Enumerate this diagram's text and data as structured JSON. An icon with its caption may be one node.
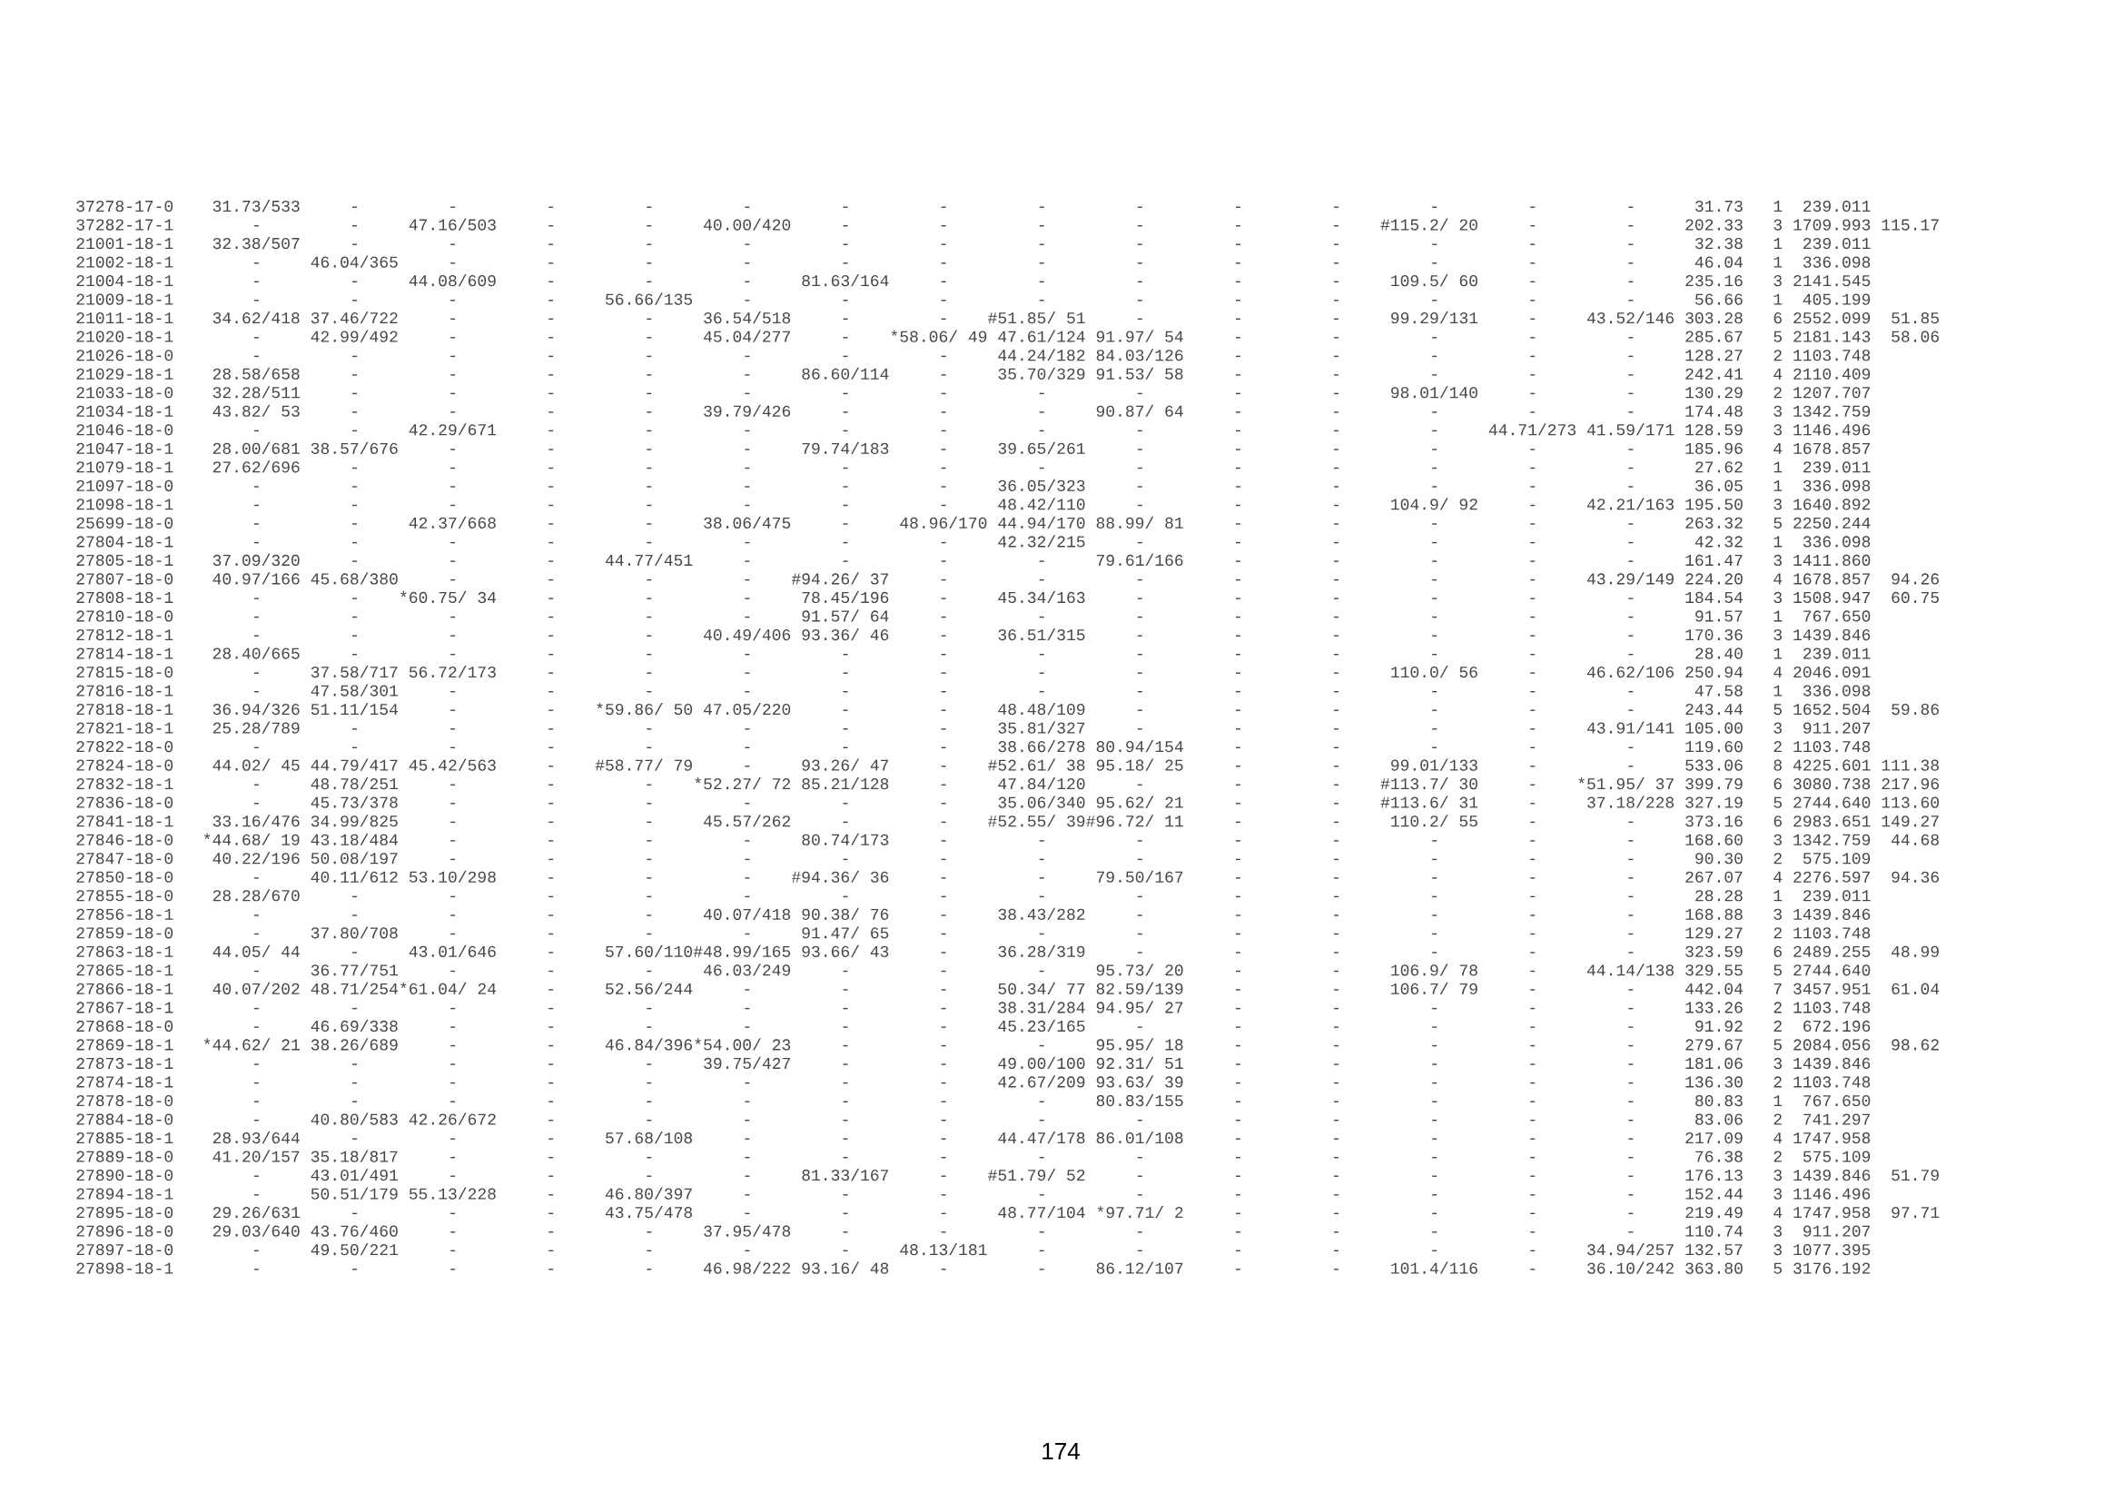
{
  "diagram": {
    "labels": [
      "37278-17-0",
      "31.73/533",
      "-",
      "-",
      "-",
      "-",
      "-",
      "-",
      "-",
      "-",
      "-",
      "-",
      "-",
      "-",
      "-",
      "-",
      "31.73",
      "1",
      "239.011",
      "37282-17-1",
      "-",
      "-",
      "47.16/503",
      "-",
      "-",
      "40.00/420",
      "-",
      "-",
      "-",
      "-",
      "-",
      "-",
      "#115.2/ 20",
      "-",
      "-",
      "202.33",
      "3",
      "1709.993",
      "115.17",
      "21001-18-1",
      "32.38/507",
      "-",
      "-",
      "-",
      "-",
      "-",
      "-",
      "-",
      "-",
      "-",
      "-",
      "-",
      "-",
      "-",
      "-",
      "32.38",
      "1",
      "239.011",
      "21002-18-1",
      "-",
      "46.04/365",
      "-",
      "-",
      "-",
      "-",
      "-",
      "-",
      "-",
      "-",
      "-",
      "-",
      "-",
      "-",
      "-",
      "46.04",
      "1",
      "336.098",
      "21004-18-1",
      "-",
      "-",
      "44.08/609",
      "-",
      "-",
      "-",
      "81.63/164",
      "-",
      "-",
      "-",
      "-",
      "-",
      "109.5/ 60",
      "-",
      "-",
      "235.16",
      "3",
      "2141.545",
      "21009-18-1",
      "-",
      "-",
      "-",
      "-",
      "56.66/135",
      "-",
      "-",
      "-",
      "-",
      "-",
      "-",
      "-",
      "-",
      "-",
      "-",
      "56.66",
      "1",
      "405.199",
      "21011-18-1",
      "34.62/418",
      "37.46/722",
      "-",
      "-",
      "-",
      "36.54/518",
      "-",
      "-",
      "#51.85/ 51",
      "-",
      "-",
      "-",
      "99.29/131",
      "-",
      "43.52/146",
      "303.28",
      "6",
      "2552.099",
      "51.85",
      "21020-18-1",
      "-",
      "42.99/492",
      "-",
      "-",
      "-",
      "45.04/277",
      "-",
      "*58.06/ 49",
      "47.61/124",
      "91.97/ 54",
      "-",
      "-",
      "-",
      "-",
      "-",
      "285.67",
      "5",
      "2181.143",
      "58.06",
      "21026-18-0",
      "-",
      "-",
      "-",
      "-",
      "-",
      "-",
      "-",
      "-",
      "44.24/182",
      "84.03/126",
      "-",
      "-",
      "-",
      "-",
      "-",
      "128.27",
      "2",
      "1103.748",
      "21029-18-1",
      "28.58/658",
      "-",
      "-",
      "-",
      "-",
      "-",
      "86.60/114",
      "-",
      "35.70/329",
      "91.53/ 58",
      "-",
      "-",
      "-",
      "-",
      "-",
      "242.41",
      "4",
      "2110.409",
      "21033-18-0",
      "32.28/511",
      "-",
      "-",
      "-",
      "-",
      "-",
      "-",
      "-",
      "-",
      "-",
      "-",
      "-",
      "98.01/140",
      "-",
      "-",
      "130.29",
      "2",
      "1207.707",
      "21034-18-1",
      "43.82/ 53",
      "-",
      "-",
      "-",
      "-",
      "39.79/426",
      "-",
      "-",
      "-",
      "90.87/ 64",
      "-",
      "-",
      "-",
      "-",
      "-",
      "174.48",
      "3",
      "1342.759",
      "21046-18-0",
      "-",
      "-",
      "42.29/671",
      "-",
      "-",
      "-",
      "-",
      "-",
      "-",
      "-",
      "-",
      "-",
      "-",
      "44.71/273",
      "41.59/171",
      "128.59",
      "3",
      "1146.496",
      "21047-18-1",
      "28.00/681",
      "38.57/676",
      "-",
      "-",
      "-",
      "-",
      "79.74/183",
      "-",
      "39.65/261",
      "-",
      "-",
      "-",
      "-",
      "-",
      "-",
      "185.96",
      "4",
      "1678.857",
      "21079-18-1",
      "27.62/696",
      "-",
      "-",
      "-",
      "-",
      "-",
      "-",
      "-",
      "-",
      "-",
      "-",
      "-",
      "-",
      "-",
      "-",
      "27.62",
      "1",
      "239.011",
      "21097-18-0",
      "-",
      "-",
      "-",
      "-",
      "-",
      "-",
      "-",
      "-",
      "36.05/323",
      "-",
      "-",
      "-",
      "-",
      "-",
      "-",
      "36.05",
      "1",
      "336.098",
      "21098-18-1",
      "-",
      "-",
      "-",
      "-",
      "-",
      "-",
      "-",
      "-",
      "48.42/110",
      "-",
      "-",
      "-",
      "104.9/ 92",
      "-",
      "42.21/163",
      "195.50",
      "3",
      "1640.892",
      "25699-18-0",
      "-",
      "-",
      "42.37/668",
      "-",
      "-",
      "38.06/475",
      "-",
      "48.96/170",
      "44.94/170",
      "88.99/ 81",
      "-",
      "-",
      "-",
      "-",
      "-",
      "263.32",
      "5",
      "2250.244",
      "27804-18-1",
      "-",
      "-",
      "-",
      "-",
      "-",
      "-",
      "-",
      "-",
      "42.32/215",
      "-",
      "-",
      "-",
      "-",
      "-",
      "-",
      "42.32",
      "1",
      "336.098",
      "27805-18-1",
      "37.09/320",
      "-",
      "-",
      "-",
      "44.77/451",
      "-",
      "-",
      "-",
      "-",
      "79.61/166",
      "-",
      "-",
      "-",
      "-",
      "-",
      "161.47",
      "3",
      "1411.860",
      "27807-18-0",
      "40.97/166",
      "45.68/380",
      "-",
      "-",
      "-",
      "-",
      "#94.26/ 37",
      "-",
      "-",
      "-",
      "-",
      "-",
      "-",
      "-",
      "43.29/149",
      "224.20",
      "4",
      "1678.857",
      "94.26",
      "27808-18-1",
      "-",
      "-",
      "*60.75/ 34",
      "-",
      "-",
      "-",
      "78.45/196",
      "-",
      "45.34/163",
      "-",
      "-",
      "-",
      "-",
      "-",
      "-",
      "184.54",
      "3",
      "1508.947",
      "60.75",
      "27810-18-0",
      "-",
      "-",
      "-",
      "-",
      "-",
      "-",
      "91.57/ 64",
      "-",
      "-",
      "-",
      "-",
      "-",
      "-",
      "-",
      "-",
      "91.57",
      "1",
      "767.650",
      "27812-18-1",
      "-",
      "-",
      "-",
      "-",
      "-",
      "40.49/406",
      "93.36/ 46",
      "-",
      "36.51/315",
      "-",
      "-",
      "-",
      "-",
      "-",
      "-",
      "170.36",
      "3",
      "1439.846",
      "27814-18-1",
      "28.40/665",
      "-",
      "-",
      "-",
      "-",
      "-",
      "-",
      "-",
      "-",
      "-",
      "-",
      "-",
      "-",
      "-",
      "-",
      "28.40",
      "1",
      "239.011",
      "27815-18-0",
      "-",
      "37.58/717",
      "56.72/173",
      "-",
      "-",
      "-",
      "-",
      "-",
      "-",
      "-",
      "-",
      "-",
      "110.0/ 56",
      "-",
      "46.62/106",
      "250.94",
      "4",
      "2046.091",
      "27816-18-1",
      "-",
      "47.58/301",
      "-",
      "-",
      "-",
      "-",
      "-",
      "-",
      "-",
      "-",
      "-",
      "-",
      "-",
      "-",
      "-",
      "47.58",
      "1",
      "336.098",
      "27818-18-1",
      "36.94/326",
      "51.11/154",
      "-",
      "-",
      "*59.86/ 50",
      "47.05/220",
      "-",
      "-",
      "48.48/109",
      "-",
      "-",
      "-",
      "-",
      "-",
      "-",
      "243.44",
      "5",
      "1652.504",
      "59.86",
      "27821-18-1",
      "25.28/789",
      "-",
      "-",
      "-",
      "-",
      "-",
      "-",
      "-",
      "35.81/327",
      "-",
      "-",
      "-",
      "-",
      "-",
      "43.91/141",
      "105.00",
      "3",
      "911.207",
      "27822-18-0",
      "-",
      "-",
      "-",
      "-",
      "-",
      "-",
      "-",
      "-",
      "38.66/278",
      "80.94/154",
      "-",
      "-",
      "-",
      "-",
      "-",
      "119.60",
      "2",
      "1103.748",
      "27824-18-0",
      "44.02/ 45",
      "44.79/417",
      "45.42/563",
      "-",
      "#58.77/ 79",
      "-",
      "93.26/ 47",
      "-",
      "#52.61/ 38",
      "95.18/ 25",
      "-",
      "-",
      "99.01/133",
      "-",
      "-",
      "533.06",
      "8",
      "4225.601",
      "111.38",
      "27832-18-1",
      "-",
      "48.78/251",
      "-",
      "-",
      "-",
      "*52.27/ 72",
      "85.21/128",
      "-",
      "47.84/120",
      "-",
      "-",
      "-",
      "#113.7/ 30",
      "-",
      "*51.95/ 37",
      "399.79",
      "6",
      "3080.738",
      "217.96",
      "27836-18-0",
      "-",
      "45.73/378",
      "-",
      "-",
      "-",
      "-",
      "-",
      "-",
      "35.06/340",
      "95.62/ 21",
      "-",
      "-",
      "#113.6/ 31",
      "-",
      "37.18/228",
      "327.19",
      "5",
      "2744.640",
      "113.60",
      "27841-18-1",
      "33.16/476",
      "34.99/825",
      "-",
      "-",
      "-",
      "45.57/262",
      "-",
      "-",
      "#52.55/ 39",
      "#96.72/ 11",
      "-",
      "-",
      "110.2/ 55",
      "-",
      "-",
      "373.16",
      "6",
      "2983.651",
      "149.27",
      "27846-18-0",
      "*44.68/ 19",
      "43.18/484",
      "-",
      "-",
      "-",
      "-",
      "80.74/173",
      "-",
      "-",
      "-",
      "-",
      "-",
      "-",
      "-",
      "-",
      "168.60",
      "3",
      "1342.759",
      "44.68",
      "27847-18-0",
      "40.22/196",
      "50.08/197",
      "-",
      "-",
      "-",
      "-",
      "-",
      "-",
      "-",
      "-",
      "-",
      "-",
      "-",
      "-",
      "-",
      "90.30",
      "2",
      "575.109",
      "27850-18-0",
      "-",
      "40.11/612",
      "53.10/298",
      "-",
      "-",
      "-",
      "#94.36/ 36",
      "-",
      "-",
      "79.50/167",
      "-",
      "-",
      "-",
      "-",
      "-",
      "267.07",
      "4",
      "2276.597",
      "94.36",
      "27855-18-0",
      "28.28/670",
      "-",
      "-",
      "-",
      "-",
      "-",
      "-",
      "-",
      "-",
      "-",
      "-",
      "-",
      "-",
      "-",
      "-",
      "28.28",
      "1",
      "239.011",
      "27856-18-1",
      "-",
      "-",
      "-",
      "-",
      "-",
      "40.07/418",
      "90.38/ 76",
      "-",
      "38.43/282",
      "-",
      "-",
      "-",
      "-",
      "-",
      "-",
      "168.88",
      "3",
      "1439.846",
      "27859-18-0",
      "-",
      "37.80/708",
      "-",
      "-",
      "-",
      "-",
      "91.47/ 65",
      "-",
      "-",
      "-",
      "-",
      "-",
      "-",
      "-",
      "-",
      "129.27",
      "2",
      "1103.748",
      "27863-18-1",
      "44.05/ 44",
      "-",
      "43.01/646",
      "-",
      "57.60/110",
      "#48.99/165",
      "93.66/ 43",
      "-",
      "36.28/319",
      "-",
      "-",
      "-",
      "-",
      "-",
      "-",
      "323.59",
      "6",
      "2489.255",
      "48.99",
      "27865-18-1",
      "-",
      "36.77/751",
      "-",
      "-",
      "-",
      "46.03/249",
      "-",
      "-",
      "-",
      "95.73/ 20",
      "-",
      "-",
      "106.9/ 78",
      "-",
      "44.14/138",
      "329.55",
      "5",
      "2744.640",
      "27866-18-1",
      "40.07/202",
      "48.71/254",
      "*61.04/ 24",
      "-",
      "52.56/244",
      "-",
      "-",
      "-",
      "50.34/ 77",
      "82.59/139",
      "-",
      "-",
      "106.7/ 79",
      "-",
      "-",
      "442.04",
      "7",
      "3457.951",
      "61.04",
      "27867-18-1",
      "-",
      "-",
      "-",
      "-",
      "-",
      "-",
      "-",
      "-",
      "38.31/284",
      "94.95/ 27",
      "-",
      "-",
      "-",
      "-",
      "-",
      "133.26",
      "2",
      "1103.748",
      "27868-18-0",
      "-",
      "46.69/338",
      "-",
      "-",
      "-",
      "-",
      "-",
      "-",
      "45.23/165",
      "-",
      "-",
      "-",
      "-",
      "-",
      "-",
      "91.92",
      "2",
      "672.196",
      "27869-18-1",
      "*44.62/ 21",
      "38.26/689",
      "-",
      "-",
      "46.84/396",
      "*54.00/ 23",
      "-",
      "-",
      "-",
      "95.95/ 18",
      "-",
      "-",
      "-",
      "-",
      "-",
      "279.67",
      "5",
      "2084.056",
      "98.62",
      "27873-18-1",
      "-",
      "-",
      "-",
      "-",
      "-",
      "39.75/427",
      "-",
      "-",
      "49.00/100",
      "92.31/ 51",
      "-",
      "-",
      "-",
      "-",
      "-",
      "181.06",
      "3",
      "1439.846",
      "27874-18-1",
      "-",
      "-",
      "-",
      "-",
      "-",
      "-",
      "-",
      "-",
      "42.67/209",
      "93.63/ 39",
      "-",
      "-",
      "-",
      "-",
      "-",
      "136.30",
      "2",
      "1103.748",
      "27878-18-0",
      "-",
      "-",
      "-",
      "-",
      "-",
      "-",
      "-",
      "-",
      "-",
      "80.83/155",
      "-",
      "-",
      "-",
      "-",
      "-",
      "80.83",
      "1",
      "767.650",
      "27884-18-0",
      "-",
      "40.80/583",
      "42.26/672",
      "-",
      "-",
      "-",
      "-",
      "-",
      "-",
      "-",
      "-",
      "-",
      "-",
      "-",
      "-",
      "83.06",
      "2",
      "741.297",
      "27885-18-1",
      "28.93/644",
      "-",
      "-",
      "-",
      "57.68/108",
      "-",
      "-",
      "-",
      "44.47/178",
      "86.01/108",
      "-",
      "-",
      "-",
      "-",
      "-",
      "217.09",
      "4",
      "1747.958",
      "27889-18-0",
      "41.20/157",
      "35.18/817",
      "-",
      "-",
      "-",
      "-",
      "-",
      "-",
      "-",
      "-",
      "-",
      "-",
      "-",
      "-",
      "-",
      "76.38",
      "2",
      "575.109",
      "27890-18-0",
      "-",
      "43.01/491",
      "-",
      "-",
      "-",
      "-",
      "81.33/167",
      "-",
      "#51.79/ 52",
      "-",
      "-",
      "-",
      "-",
      "-",
      "-",
      "176.13",
      "3",
      "1439.846",
      "51.79",
      "27894-18-1",
      "-",
      "50.51/179",
      "55.13/228",
      "-",
      "46.80/397",
      "-",
      "-",
      "-",
      "-",
      "-",
      "-",
      "-",
      "-",
      "-",
      "-",
      "152.44",
      "3",
      "1146.496",
      "27895-18-0",
      "29.26/631",
      "-",
      "-",
      "-",
      "43.75/478",
      "-",
      "-",
      "-",
      "48.77/104",
      "*97.71/  2",
      "-",
      "-",
      "-",
      "-",
      "-",
      "219.49",
      "4",
      "1747.958",
      "97.71",
      "27896-18-0",
      "29.03/640",
      "43.76/460",
      "-",
      "-",
      "-",
      "37.95/478",
      "-",
      "-",
      "-",
      "-",
      "-",
      "-",
      "-",
      "-",
      "-",
      "110.74",
      "3",
      "911.207",
      "27897-18-0",
      "-",
      "49.50/221",
      "-",
      "-",
      "-",
      "-",
      "-",
      "48.13/181",
      "-",
      "-",
      "-",
      "-",
      "-",
      "-",
      "34.94/257",
      "132.57",
      "3",
      "1077.395",
      "27898-18-1",
      "-",
      "-",
      "-",
      "-",
      "-",
      "46.98/222",
      "93.16/ 48",
      "-",
      "-",
      "86.12/107",
      "-",
      "-",
      "101.4/116",
      "-",
      "36.10/242",
      "363.80",
      "5",
      "3176.192",
      "174"
    ]
  }
}
